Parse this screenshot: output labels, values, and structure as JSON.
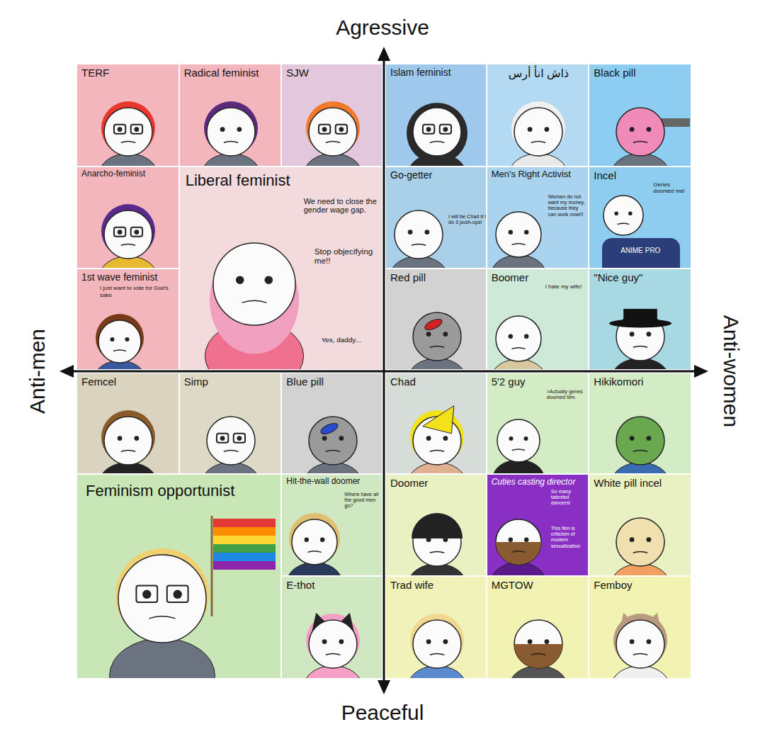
{
  "diagram": {
    "nodes": [
      {
        "text": [
          "TERF"
        ]
      },
      {
        "text": [
          "Radical feminist"
        ]
      },
      {
        "text": [
          "SJW"
        ]
      },
      {
        "text": [
          "Islam feminist"
        ]
      },
      {
        "text": [
          "ذاش انأ أرس"
        ]
      },
      {
        "text": [
          "Black pill"
        ]
      },
      {
        "text": [
          "Anarcho-feminist"
        ]
      },
      {
        "text": [
          "Liberal feminist",
          "We need to close the gender wage gap.",
          "Stop objecifying me!!",
          "Yes, daddy..."
        ]
      },
      {
        "text": [
          "Go-getter",
          "I will be Chad If I do 3 push-ups!"
        ]
      },
      {
        "text": [
          "Men's Right Activist",
          "Women do not want my money, because they can work now!!!"
        ]
      },
      {
        "text": [
          "Incel",
          "Genes doomed me!",
          "ANIME PRO"
        ]
      },
      {
        "text": [
          "1st wave feminist",
          "I just want to vote for God's sake"
        ]
      },
      {
        "text": [
          "Red pill"
        ]
      },
      {
        "text": [
          "Boomer",
          "I hate my wife!"
        ]
      },
      {
        "text": [
          "\"Nice guy\""
        ]
      },
      {
        "text": [
          "Femcel"
        ]
      },
      {
        "text": [
          "Simp"
        ]
      },
      {
        "text": [
          "Blue pill"
        ]
      },
      {
        "text": [
          "Chad"
        ]
      },
      {
        "text": [
          "5'2 guy",
          ">Actually genes doomed him."
        ]
      },
      {
        "text": [
          "Hikikomori"
        ]
      },
      {
        "text": [
          "Feminism opportunist"
        ]
      },
      {
        "text": [
          "Hit-the-wall doomer",
          "Where have all the good men go?"
        ]
      },
      {
        "text": [
          "Doomer"
        ]
      },
      {
        "text": [
          "Cuties casting director",
          "So many talented dancers!",
          "This film is criticism of modern sexualization"
        ]
      },
      {
        "text": [
          "White pill incel"
        ]
      },
      {
        "text": [
          "E-thot"
        ]
      },
      {
        "text": [
          "Trad wife"
        ]
      },
      {
        "text": [
          "MGTOW"
        ]
      },
      {
        "text": [
          "Femboy"
        ]
      }
    ],
    "labels": [
      "Agressive",
      "Anti-men",
      "Anti-women",
      "Peaceful"
    ]
  }
}
